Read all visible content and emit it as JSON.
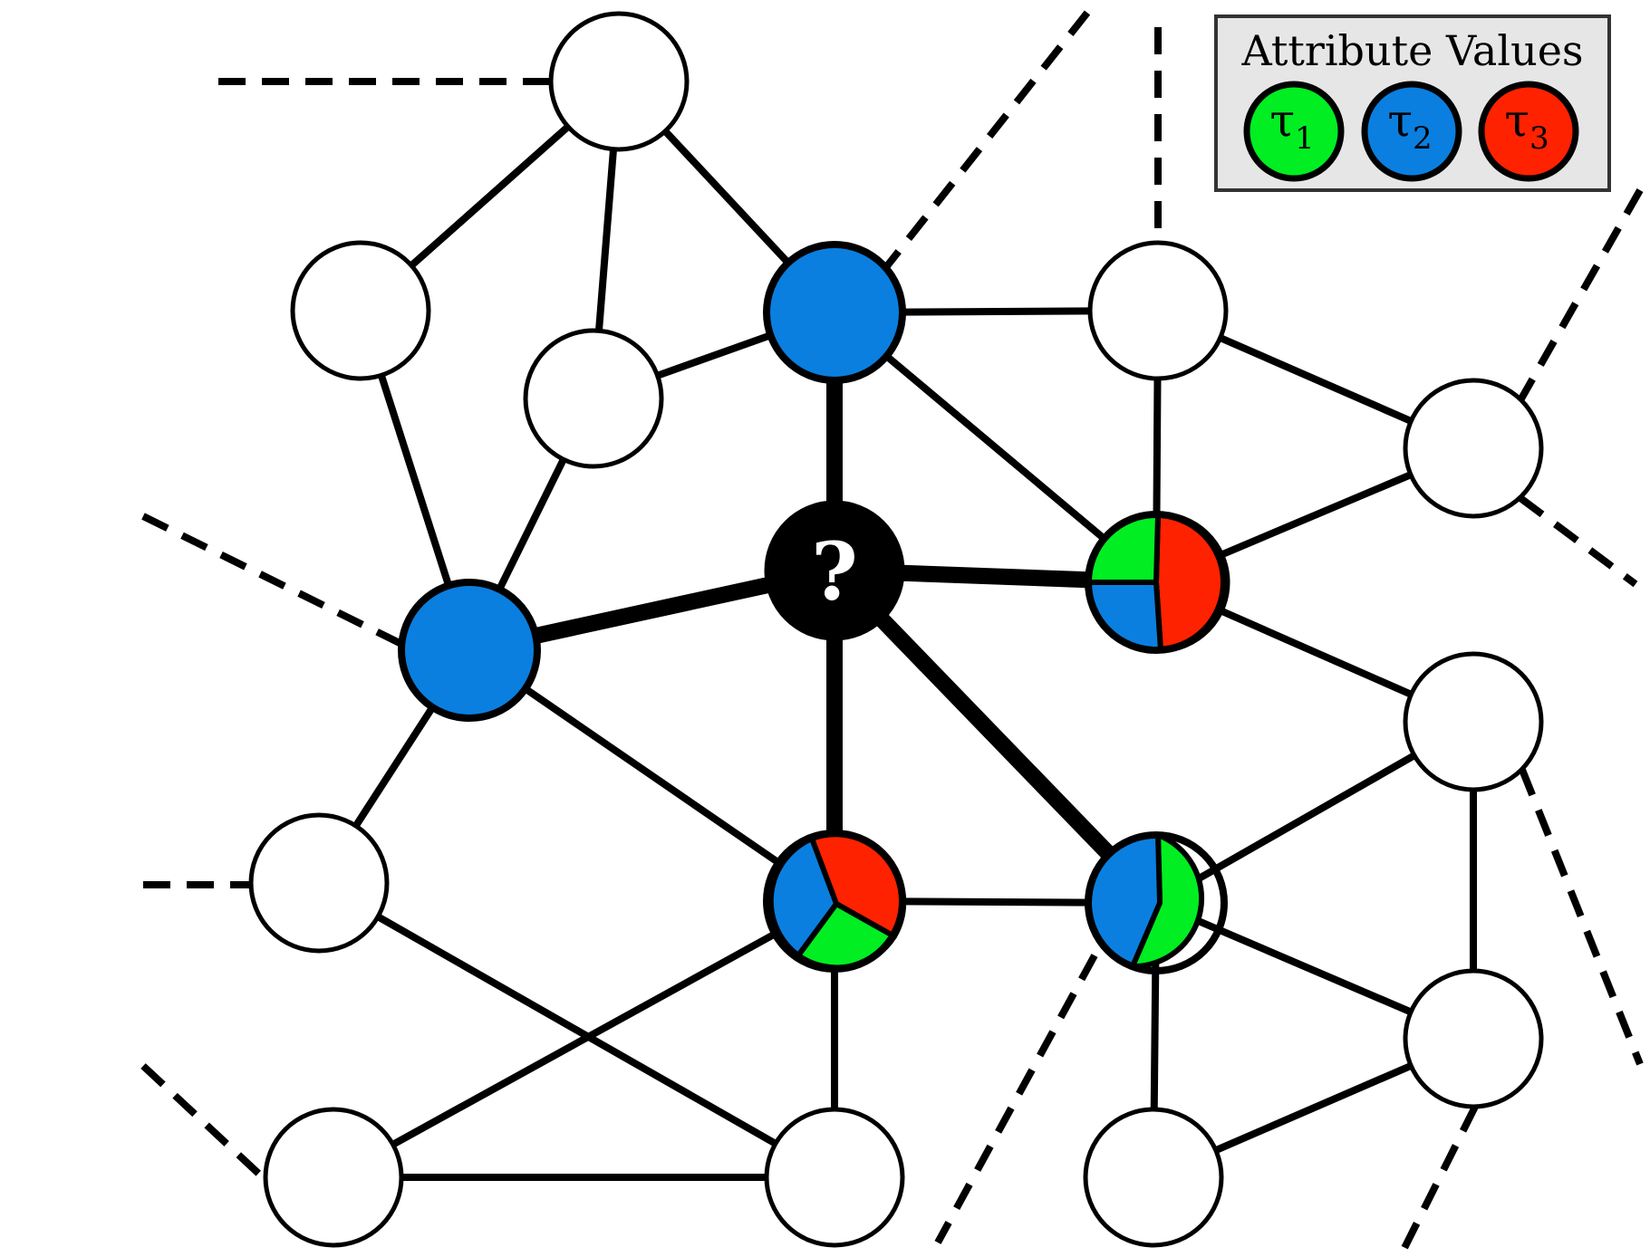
{
  "colors": {
    "tau1": "#00ee22",
    "tau2": "#0a7fe0",
    "tau3": "#ff2200",
    "unknown": "#000000",
    "unlabeled": "#ffffff"
  },
  "legend": {
    "title": "Attribute Values",
    "items": [
      {
        "symbol": "τ",
        "subscript": "1",
        "color_key": "tau1",
        "icon": "green-circle"
      },
      {
        "symbol": "τ",
        "subscript": "2",
        "color_key": "tau2",
        "icon": "blue-circle"
      },
      {
        "symbol": "τ",
        "subscript": "3",
        "color_key": "tau3",
        "icon": "red-circle"
      }
    ]
  },
  "query_node": {
    "label": "?"
  }
}
